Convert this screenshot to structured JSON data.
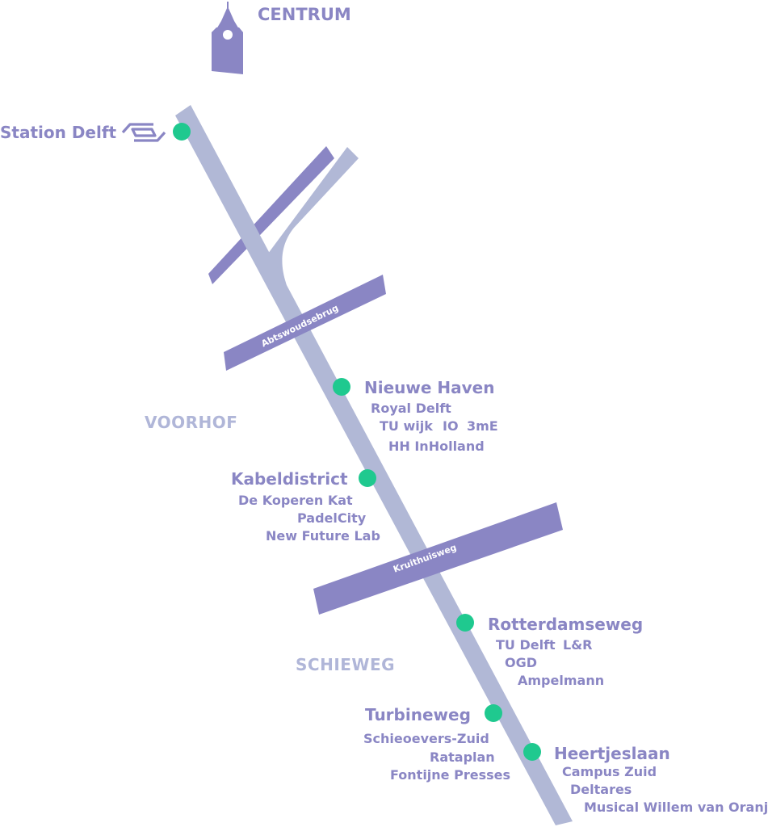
{
  "colors": {
    "route": "#b1b8d6",
    "road": "#8a86c4",
    "stop": "#1fc98f",
    "district": "#b0b6d8",
    "text": "#8a86c4"
  },
  "centrum": {
    "label": "CENTRUM",
    "icon": "church-tower-icon"
  },
  "station": {
    "label": "Station Delft",
    "icon": "ns-train-logo-icon"
  },
  "roads": {
    "abtswoudsebrug": "Abtswoudsebrug",
    "kruithuisweg": "Kruithuisweg"
  },
  "districts": {
    "voorhof": "VOORHOF",
    "schieweg": "SCHIEWEG"
  },
  "stops": {
    "nieuwe_haven": {
      "name": "Nieuwe Haven",
      "places": [
        "Royal Delft",
        "TU wijk",
        "IO",
        "3mE",
        "HH InHolland"
      ]
    },
    "kabeldistrict": {
      "name": "Kabeldistrict",
      "places": [
        "De Koperen Kat",
        "PadelCity",
        "New Future Lab"
      ]
    },
    "rotterdamseweg": {
      "name": "Rotterdamseweg",
      "places": [
        "TU Delft",
        "L&R",
        "OGD",
        "Ampelmann"
      ]
    },
    "turbineweg": {
      "name": "Turbineweg",
      "places": [
        "Schieoevers-Zuid",
        "Rataplan",
        "Fontijne Presses"
      ]
    },
    "heertjeslaan": {
      "name": "Heertjeslaan",
      "places": [
        "Campus Zuid",
        "Deltares",
        "Musical Willem van Oranje"
      ]
    }
  }
}
